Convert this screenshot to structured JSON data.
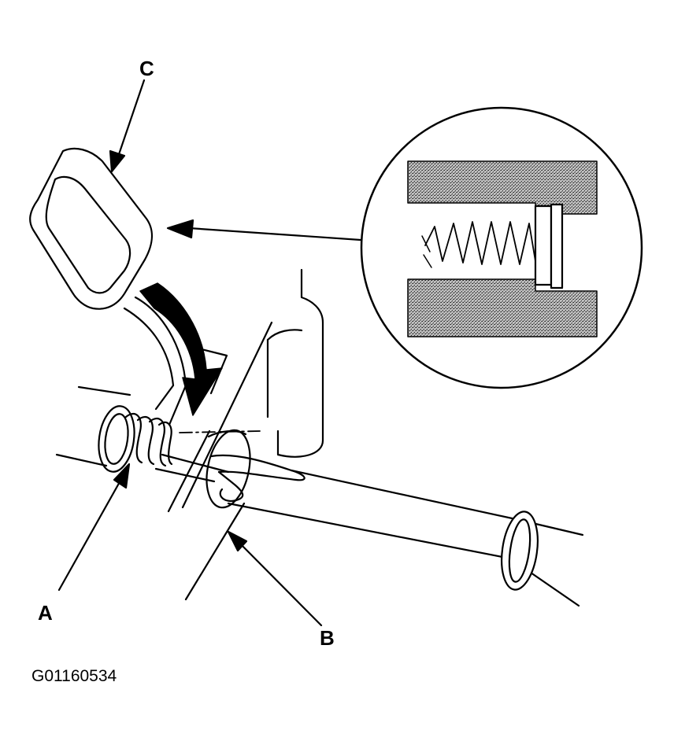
{
  "callouts": {
    "a": "A",
    "b": "B",
    "c": "C"
  },
  "figure_id": "G01160534",
  "colors": {
    "ink": "#000000",
    "paper": "#ffffff",
    "hatch": "#8a8a8a"
  }
}
